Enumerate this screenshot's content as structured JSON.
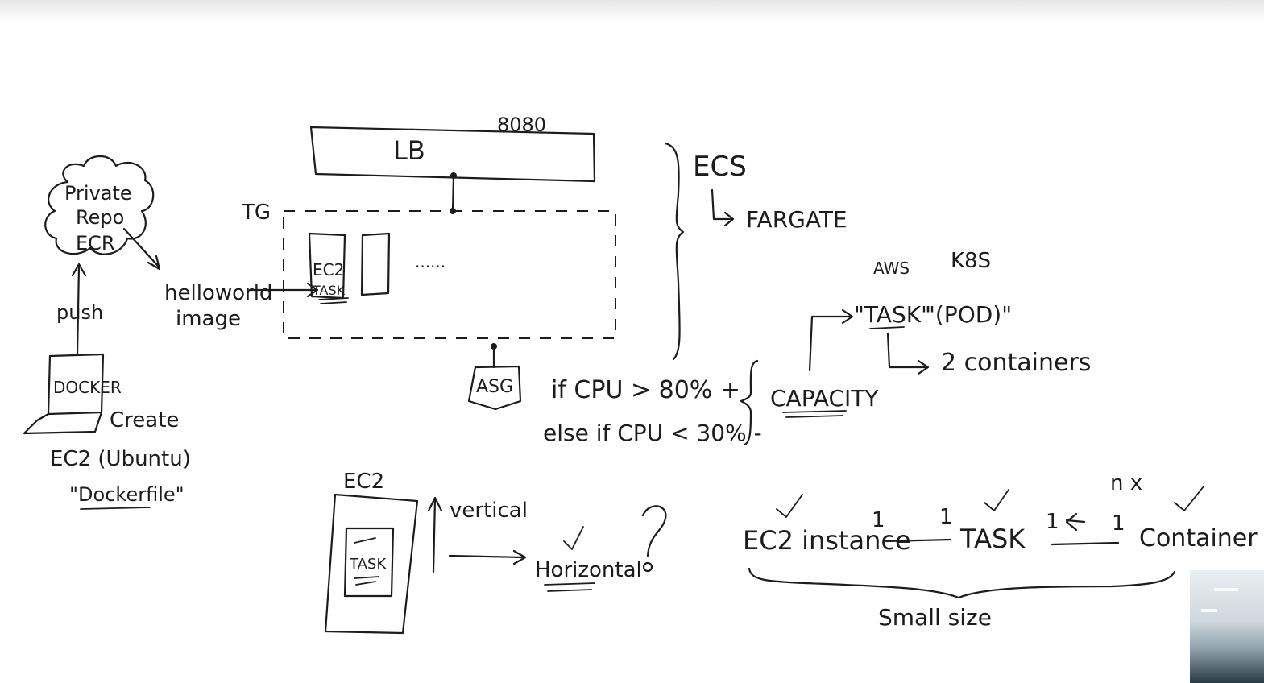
{
  "labels": {
    "port": "8080",
    "lb": "LB",
    "tg": "TG",
    "cloud_line1": "Private",
    "cloud_line2": "Repo",
    "cloud_line3": "ECR",
    "image_line1": "helloworld",
    "image_line2": "image",
    "push": "push",
    "docker": "DOCKER",
    "create": "Create",
    "ec2_ubuntu": "EC2 (Ubuntu)",
    "dockerfile": "\"Dockerfile\"",
    "ec2_in_tg": "EC2",
    "task_in_tg": "TASK",
    "dots": "......",
    "asg": "ASG",
    "ecs": "ECS",
    "fargate": "FARGATE",
    "cond1": "if CPU > 80%  +",
    "cond2": "else if CPU < 30%  -",
    "capacity": "CAPACITY",
    "aws": "AWS",
    "k8s": "K8S",
    "task_quote": "\"TASK\"",
    "pod_quote": "\"(POD)\"",
    "containers_2": "2 containers",
    "ec2_lower": "EC2",
    "task_lower": "TASK",
    "vertical": "vertical",
    "horizontal": "Horizontal",
    "question": "?",
    "ec2_instance": "EC2 instance",
    "one_a": "1",
    "one_b": "1",
    "task_chain": "TASK",
    "one_c": "1",
    "one_d": "1",
    "n_x": "n x",
    "container": "Container",
    "small_size": "Small size"
  },
  "colors": {
    "ink": "#1c1c1c",
    "board": "#ffffff"
  },
  "icons": {
    "webcam": "webcam-thumbnail"
  }
}
